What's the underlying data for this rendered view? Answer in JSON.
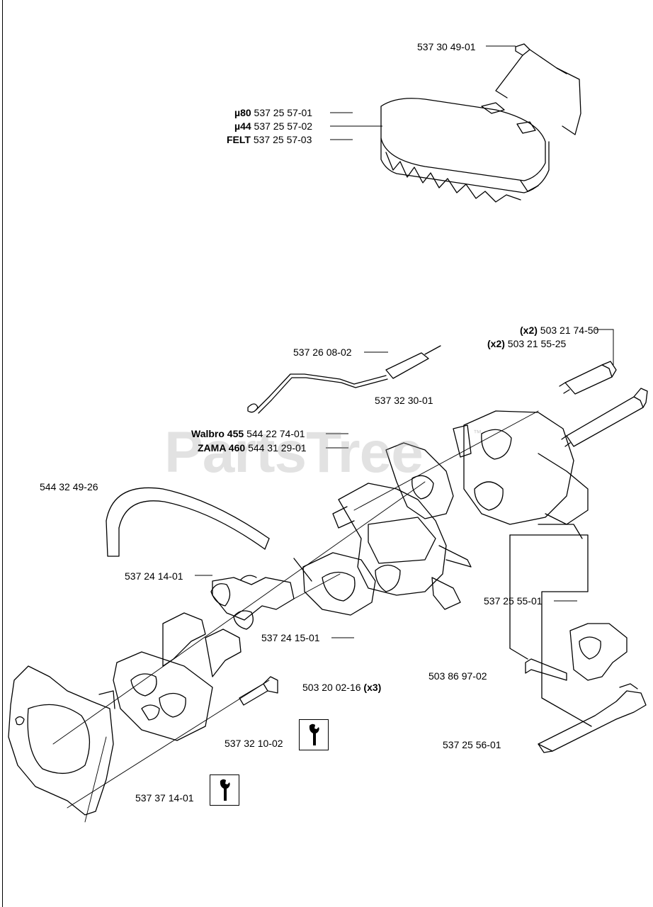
{
  "watermark": {
    "text": "PartsTree",
    "tm": "™"
  },
  "parts": {
    "bail_spring": {
      "number": "537 30 49-01"
    },
    "air_filter": [
      {
        "prefix": "µ80",
        "number": "537 25 57-01"
      },
      {
        "prefix": "µ44",
        "number": "537 25 57-02"
      },
      {
        "prefix": "FELT",
        "number": "537 25 57-03"
      }
    ],
    "bolts": [
      {
        "qty": "(x2)",
        "number": "503 21 74-50"
      },
      {
        "qty": "(x2)",
        "number": "503 21 55-25"
      }
    ],
    "choke_rod": {
      "number": "537 26 08-02"
    },
    "carb_holder": {
      "number": "537 32 30-01"
    },
    "carburetors": [
      {
        "prefix": "Walbro 455",
        "number": "544 22 74-01"
      },
      {
        "prefix": "ZAMA 460",
        "number": "544 31 29-01"
      }
    ],
    "fuel_hose": {
      "number": "544 32 49-26"
    },
    "elbow": {
      "number": "537 24 14-01"
    },
    "gasket_ring": {
      "number": "537 24 15-01"
    },
    "throttle_link": {
      "number": "537 25 55-01"
    },
    "pin": {
      "number": "503 86 97-02"
    },
    "screw": {
      "number": "503 20 02-16",
      "qty": "(x3)"
    },
    "throttle_trigger": {
      "number": "537 25 56-01"
    },
    "intake_manifold": {
      "number": "537 32 10-02"
    },
    "gasket": {
      "number": "537 37 14-01"
    }
  }
}
